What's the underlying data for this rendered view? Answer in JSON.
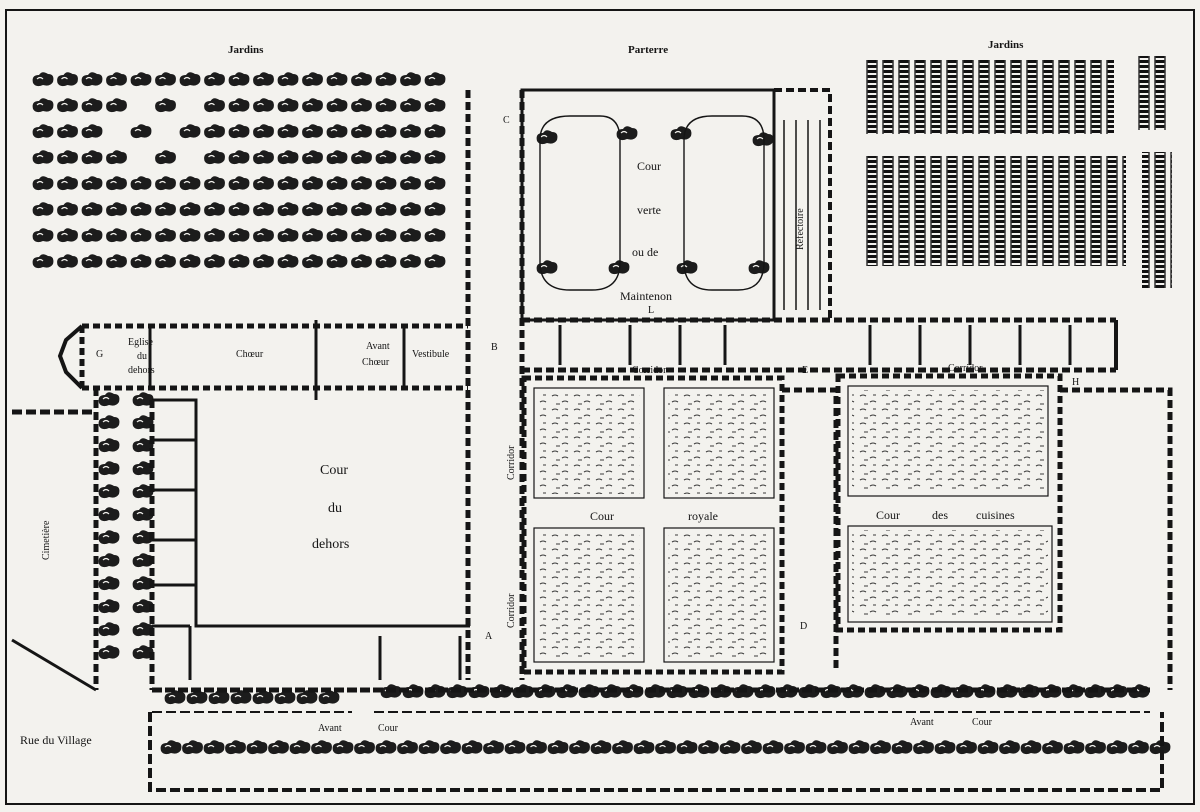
{
  "labels": {
    "jardins_left": "Jardins",
    "parterre": "Parterre",
    "jardins_right": "Jardins",
    "cour_verte_1": "Cour",
    "cour_verte_2": "verte",
    "cour_verte_3": "ou de",
    "cour_verte_4": "Maintenon",
    "refectoire": "Réfectoire",
    "eglise_1": "Eglise",
    "eglise_2": "du",
    "eglise_3": "dehors",
    "choeur": "Chœur",
    "avant_choeur_1": "Avant",
    "avant_choeur_2": "Chœur",
    "vestibule": "Vestibule",
    "cour_dehors_1": "Cour",
    "cour_dehors_2": "du",
    "cour_dehors_3": "dehors",
    "corridor_top_left": "Corridor",
    "corridor_top_right": "Corridor",
    "corridor_vert_1": "Corridor",
    "corridor_vert_2": "Corridor",
    "cour_royale_1": "Cour",
    "cour_royale_2": "royale",
    "cour_cuisines_1": "Cour",
    "cour_cuisines_2": "des",
    "cour_cuisines_3": "cuisines",
    "cimetiere": "Cimetière",
    "avant_cour_left_1": "Avant",
    "avant_cour_left_2": "Cour",
    "avant_cour_right_1": "Avant",
    "avant_cour_right_2": "Cour",
    "rue_village": "Rue du Village",
    "letter_a": "A",
    "letter_b": "B",
    "letter_c": "C",
    "letter_d": "D",
    "letter_e": "E",
    "letter_g": "G",
    "letter_h": "H",
    "letter_l": "L"
  },
  "colors": {
    "ink": "#151515",
    "paper": "#f3f2ee",
    "hatch": "#2a2a2a"
  }
}
